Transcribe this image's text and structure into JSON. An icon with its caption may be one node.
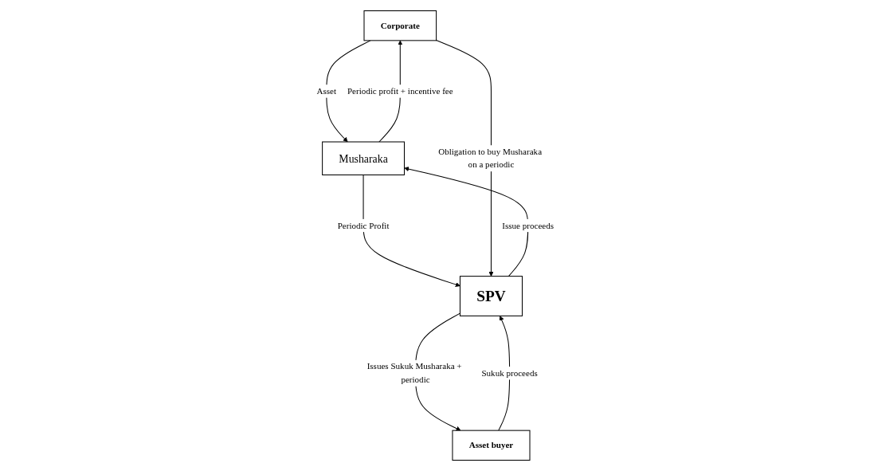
{
  "diagram": {
    "nodes": [
      {
        "text": [
          "Corporate"
        ]
      },
      {
        "text": [
          "Musharaka"
        ]
      },
      {
        "text": [
          "SPV"
        ]
      },
      {
        "text": [
          "Asset buyer"
        ]
      }
    ],
    "edges": [
      {
        "from": 0,
        "to": 1,
        "arrow": "to",
        "label": "Asset"
      },
      {
        "from": 1,
        "to": 0,
        "arrow": "to",
        "label": "Periodic profit + incentive fee"
      },
      {
        "from": 1,
        "to": 2,
        "arrow": "to",
        "label": "Periodic Profit"
      },
      {
        "from": 2,
        "to": 1,
        "arrow": "to",
        "label": "Issue proceeds"
      },
      {
        "from": 2,
        "to": 3,
        "arrow": "to",
        "label": "Issues Sukuk Musharaka + periodic"
      },
      {
        "from": 3,
        "to": 2,
        "arrow": "to",
        "label": "Sukuk proceeds"
      },
      {
        "from": 0,
        "to": 2,
        "arrow": "to",
        "label": "Obligation to buy Musharaka on a periodic"
      }
    ]
  }
}
